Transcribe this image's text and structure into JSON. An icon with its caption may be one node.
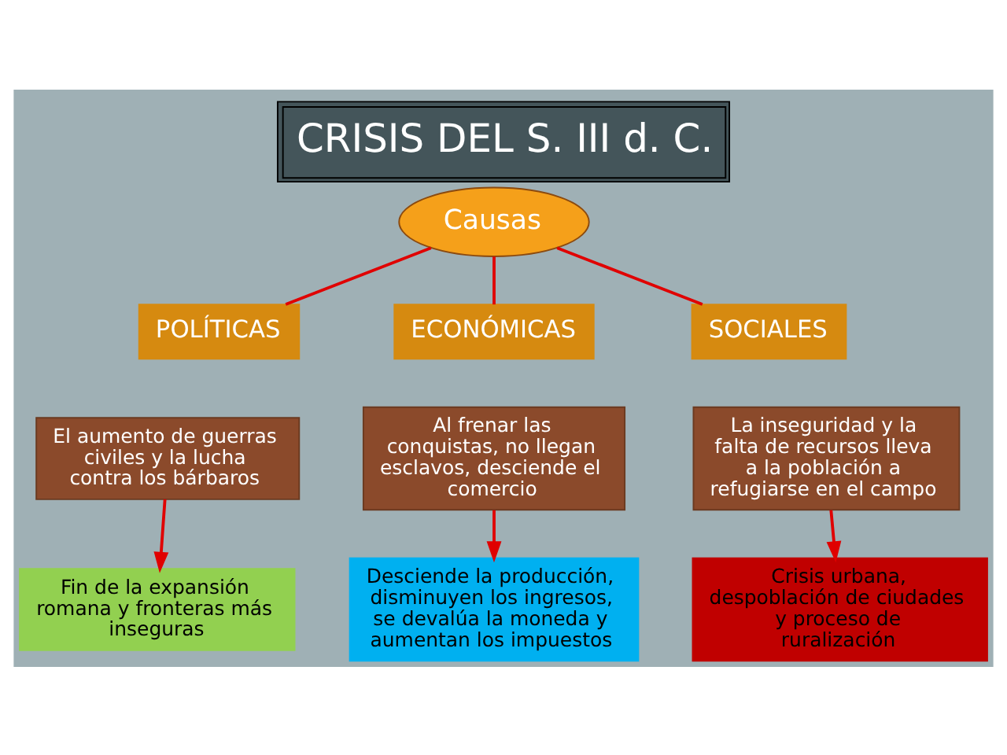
{
  "diagram": {
    "title": "CRISIS DEL S. III d. C.",
    "nodes": [
      {
        "text": [
          "Causas"
        ]
      },
      {
        "text": [
          "POLÍTICAS"
        ]
      },
      {
        "text": [
          "ECONÓMICAS"
        ]
      },
      {
        "text": [
          "SOCIALES"
        ]
      },
      {
        "text": [
          "El aumento de guerras civiles y la lucha contra los bárbaros"
        ]
      },
      {
        "text": [
          "Al frenar las conquistas, no llegan esclavos, desciende el comercio"
        ]
      },
      {
        "text": [
          "La inseguridad y la falta de recursos lleva a la población a refugiarse en el campo"
        ]
      },
      {
        "text": [
          "Fin de la expansión romana y fronteras más inseguras"
        ]
      },
      {
        "text": [
          "Desciende la producción, disminuyen los ingresos, se devalúa la moneda y aumentan los impuestos"
        ]
      },
      {
        "text": [
          "Crisis urbana, despoblación de ciudades y proceso de ruralización"
        ]
      }
    ],
    "edges": [
      {
        "from": 0,
        "to": 1,
        "arrow": "none"
      },
      {
        "from": 0,
        "to": 2,
        "arrow": "none"
      },
      {
        "from": 0,
        "to": 3,
        "arrow": "none"
      },
      {
        "from": 4,
        "to": 7,
        "arrow": "to"
      },
      {
        "from": 5,
        "to": 8,
        "arrow": "to"
      },
      {
        "from": 6,
        "to": 9,
        "arrow": "to"
      }
    ]
  }
}
